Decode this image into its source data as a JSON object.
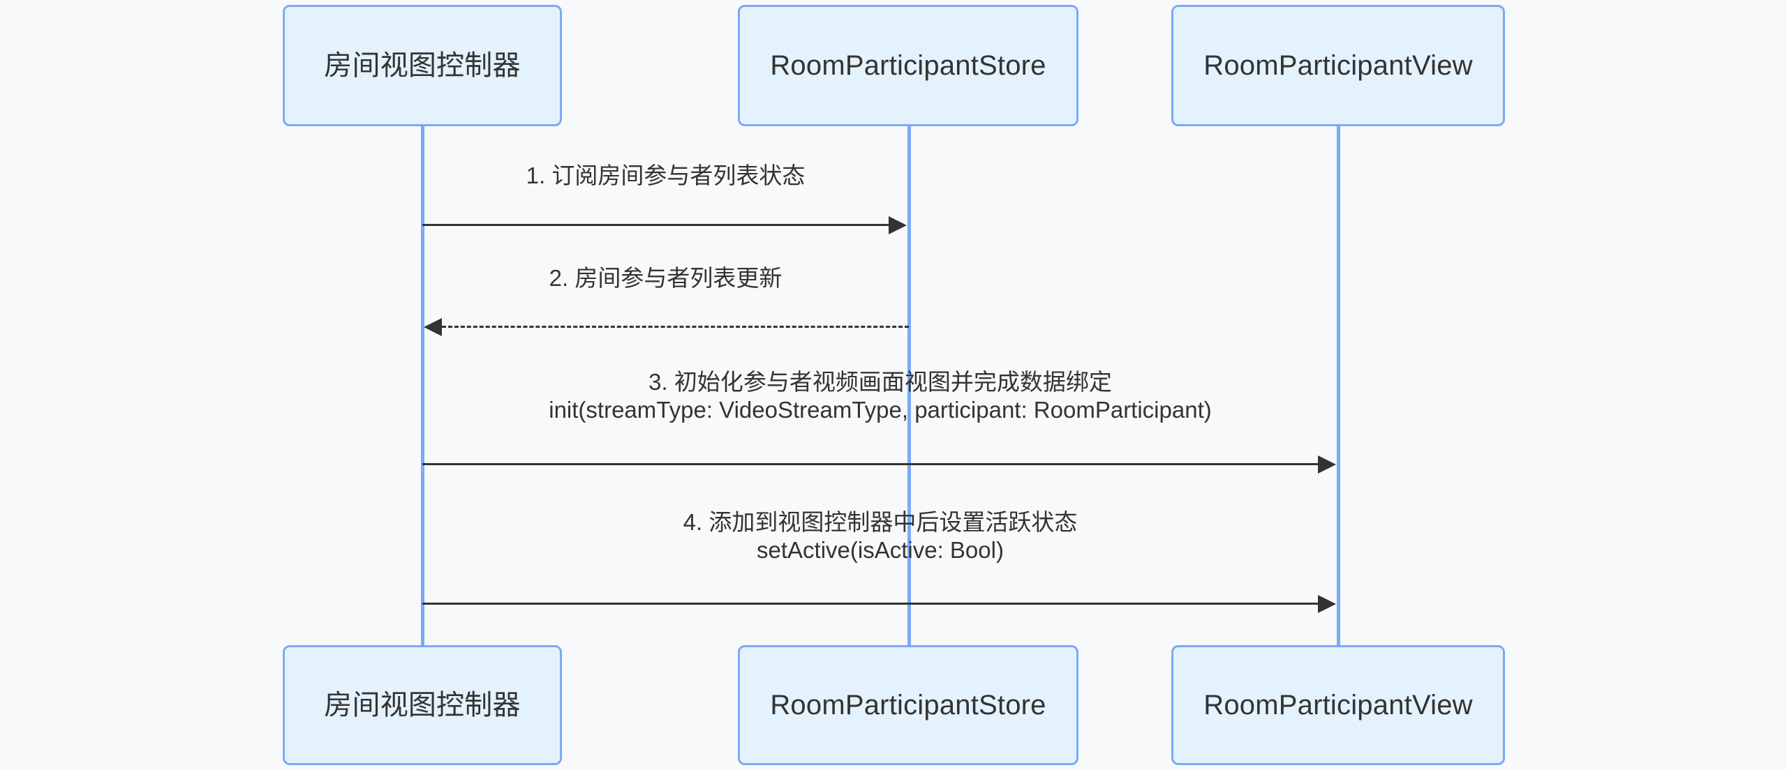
{
  "diagram": {
    "type": "sequence-diagram",
    "background_color": "#f8f9fb",
    "box_fill_color": "#e4f2fd",
    "box_border_color": "#7aaaf7",
    "lifeline_color": "#7aaaf7",
    "message_color": "#333333",
    "participants": [
      {
        "id": "room-view-controller",
        "label": "房间视图控制器"
      },
      {
        "id": "room-participant-store",
        "label": "RoomParticipantStore"
      },
      {
        "id": "room-participant-view",
        "label": "RoomParticipantView"
      }
    ],
    "messages": [
      {
        "number": "1.",
        "text": "1. 订阅房间参与者列表状态",
        "detail": "",
        "from": "room-view-controller",
        "to": "room-participant-store",
        "style": "solid",
        "direction": "right"
      },
      {
        "number": "2.",
        "text": "2. 房间参与者列表更新",
        "detail": "",
        "from": "room-participant-store",
        "to": "room-view-controller",
        "style": "dashed",
        "direction": "left"
      },
      {
        "number": "3.",
        "text": "3. 初始化参与者视频画面视图并完成数据绑定",
        "detail": "init(streamType: VideoStreamType, participant: RoomParticipant)",
        "from": "room-view-controller",
        "to": "room-participant-view",
        "style": "solid",
        "direction": "right"
      },
      {
        "number": "4.",
        "text": "4. 添加到视图控制器中后设置活跃状态",
        "detail": "setActive(isActive: Bool)",
        "from": "room-view-controller",
        "to": "room-participant-view",
        "style": "solid",
        "direction": "right"
      }
    ]
  }
}
